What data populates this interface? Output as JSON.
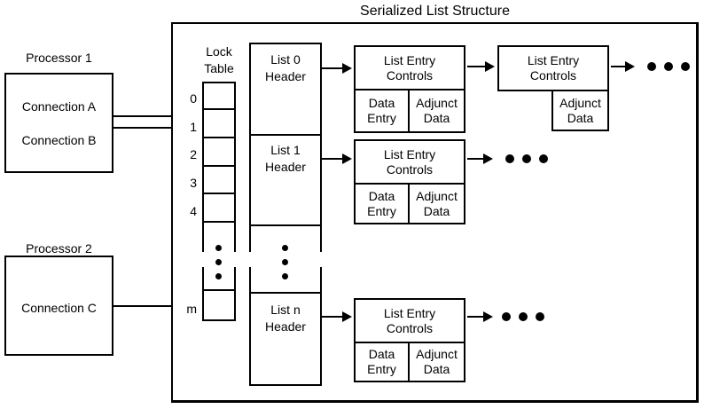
{
  "title": "Serialized List Structure",
  "processors": [
    {
      "label": "Processor 1",
      "connections": [
        "Connection A",
        "Connection B"
      ]
    },
    {
      "label": "Processor 2",
      "connections": [
        "Connection C"
      ]
    }
  ],
  "lock_table": {
    "label": "Lock Table",
    "slots": [
      "0",
      "1",
      "2",
      "3",
      "4"
    ],
    "last_slot": "m"
  },
  "rows": [
    {
      "header": "List 0 Header",
      "entries": [
        {
          "controls": "List Entry Controls",
          "cells": [
            "Data Entry",
            "Adjunct Data"
          ]
        },
        {
          "controls": "List Entry Controls",
          "cells": [
            "Adjunct Data"
          ]
        }
      ]
    },
    {
      "header": "List 1 Header",
      "entries": [
        {
          "controls": "List Entry Controls",
          "cells": [
            "Data Entry",
            "Adjunct Data"
          ]
        }
      ]
    },
    {
      "header": "List n Header",
      "entries": [
        {
          "controls": "List Entry Controls",
          "cells": [
            "Data Entry",
            "Adjunct Data"
          ]
        }
      ]
    }
  ],
  "icons": {
    "ellipsis": "horizontal-dots",
    "continuation": "vertical-dots"
  },
  "colors": {
    "line": "#000000",
    "background": "#ffffff"
  }
}
